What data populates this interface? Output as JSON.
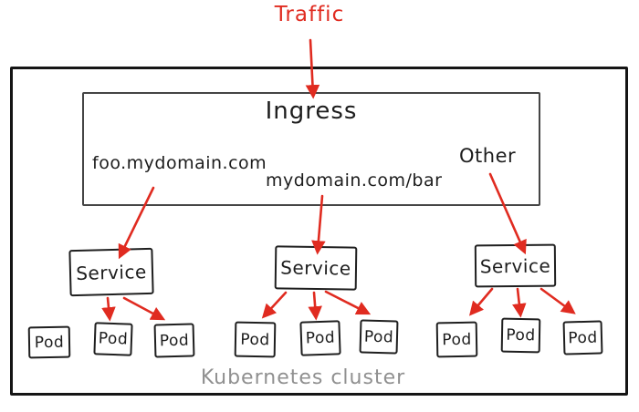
{
  "diagram": {
    "traffic_label": "Traffic",
    "ingress_title": "Ingress",
    "rules": [
      {
        "label": "foo.mydomain.com"
      },
      {
        "label": "mydomain.com/bar"
      },
      {
        "label": "Other"
      }
    ],
    "services": [
      {
        "label": "Service",
        "pods": [
          {
            "label": "Pod"
          },
          {
            "label": "Pod"
          },
          {
            "label": "Pod"
          }
        ]
      },
      {
        "label": "Service",
        "pods": [
          {
            "label": "Pod"
          },
          {
            "label": "Pod"
          },
          {
            "label": "Pod"
          }
        ]
      },
      {
        "label": "Service",
        "pods": [
          {
            "label": "Pod"
          },
          {
            "label": "Pod"
          },
          {
            "label": "Pod"
          }
        ]
      }
    ],
    "cluster_label": "Kubernetes cluster",
    "colors": {
      "arrow_red": "#e02b20",
      "ink_black": "#1d1d1d",
      "cluster_label_gray": "#909090"
    }
  }
}
